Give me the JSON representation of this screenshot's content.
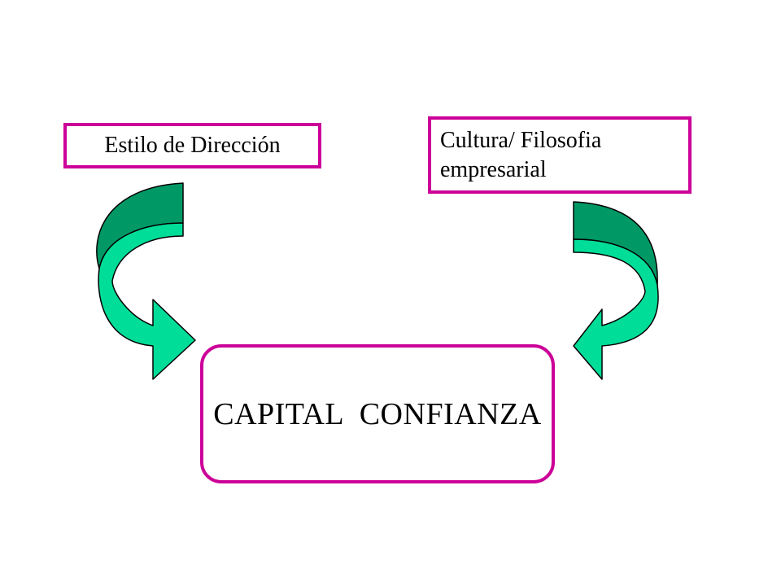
{
  "diagram": {
    "box_left_text": "Estilo de Dirección",
    "box_right_line1": "Cultura/ Filosofia",
    "box_right_line2": "empresarial",
    "center_text": "CAPITAL  CONFIANZA"
  },
  "colors": {
    "border": "#cc0099",
    "arrow_dark": "#009966",
    "arrow_light": "#00dd99"
  }
}
